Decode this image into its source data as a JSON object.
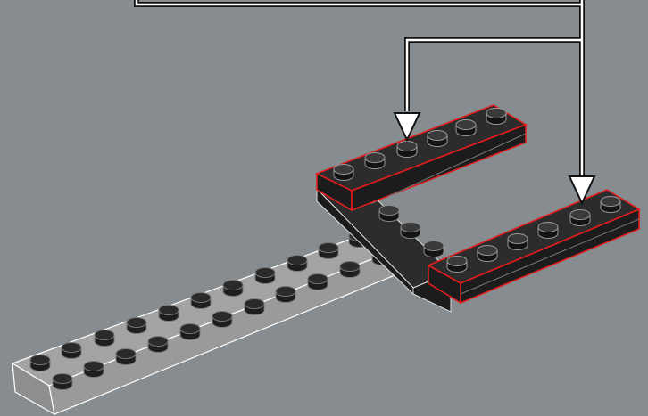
{
  "background_color": "#868c8f",
  "colors": {
    "light_plate_top": "#a4a4a4",
    "light_plate_front": "#9a9a9a",
    "light_plate_side": "#8e8e8e",
    "light_stud_top": "#2a2a2a",
    "dark_plate_top": "#2c2c2c",
    "dark_plate_side": "#1c1c1c",
    "dark_stud_top": "#3a3a3a",
    "outline_light": "#ffffff",
    "highlight_outline": "#e01d1d",
    "callout_line": "#ffffff",
    "callout_shadow": "#111111"
  },
  "parts": [
    {
      "name": "light-gray-plate-1x12",
      "color": "light gray",
      "studs": 12,
      "rows": 2
    },
    {
      "name": "dark-gray-plate-2x4-hinge",
      "color": "dark gray",
      "studs": 4
    },
    {
      "name": "dark-gray-plate-1x6-upper",
      "color": "dark gray",
      "studs": 6,
      "highlighted": true
    },
    {
      "name": "dark-gray-plate-1x6-lower",
      "color": "dark gray",
      "studs": 6,
      "highlighted": true
    }
  ],
  "callout": {
    "targets": [
      "dark-gray-plate-1x6-upper",
      "dark-gray-plate-1x6-lower"
    ],
    "icon": "down-arrow-icon"
  }
}
